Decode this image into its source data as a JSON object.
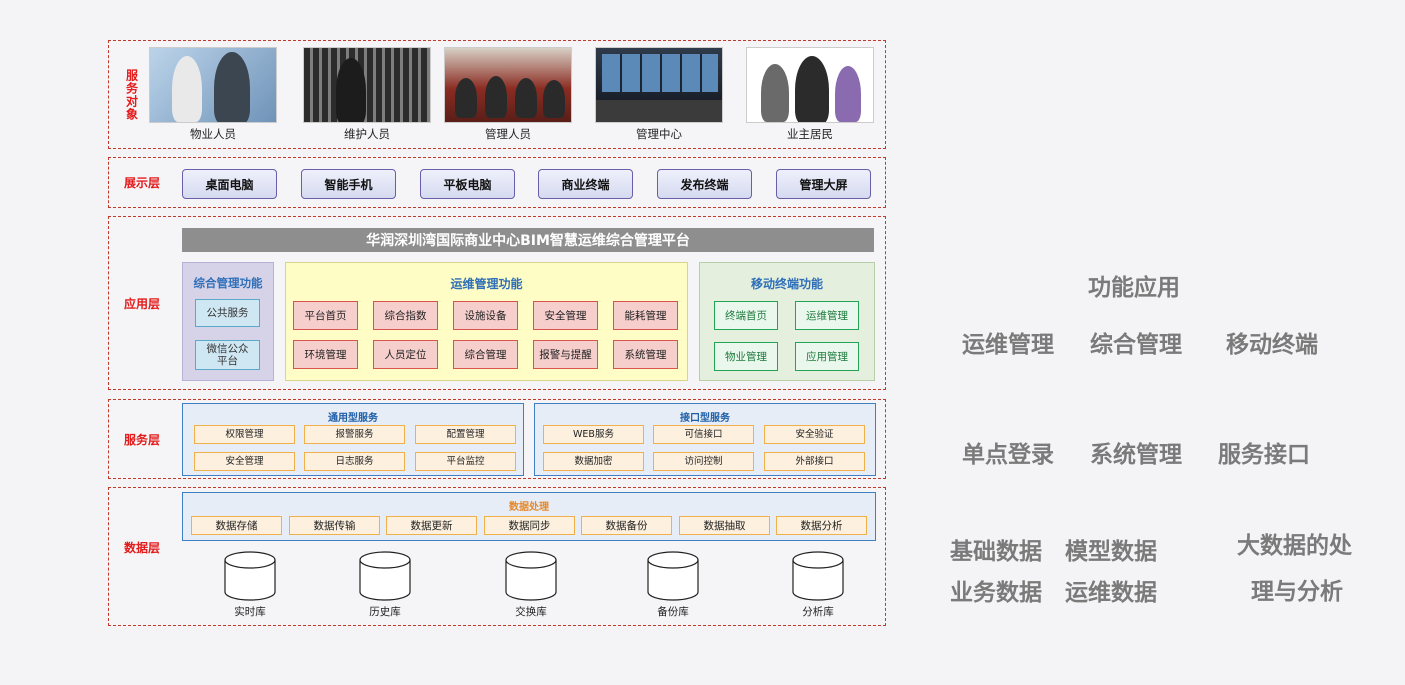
{
  "layers": {
    "service_objects": {
      "label": "服务对象"
    },
    "display": {
      "label": "展示层"
    },
    "application": {
      "label": "应用层"
    },
    "service": {
      "label": "服务层"
    },
    "data": {
      "label": "数据层"
    }
  },
  "persons": [
    "物业人员",
    "维护人员",
    "管理人员",
    "管理中心",
    "业主居民"
  ],
  "devices": [
    "桌面电脑",
    "智能手机",
    "平板电脑",
    "商业终端",
    "发布终端",
    "管理大屏"
  ],
  "platform_title": "华润深圳湾国际商业中心BIM智慧运维综合管理平台",
  "comprehensive": {
    "title": "综合管理功能",
    "items": [
      "公共服务",
      "微信公众平台"
    ]
  },
  "operation": {
    "title": "运维管理功能",
    "items": [
      "平台首页",
      "综合指数",
      "设施设备",
      "安全管理",
      "能耗管理",
      "环境管理",
      "人员定位",
      "综合管理",
      "报警与提醒",
      "系统管理"
    ]
  },
  "mobile": {
    "title": "移动终端功能",
    "items": [
      "终端首页",
      "运维管理",
      "物业管理",
      "应用管理"
    ]
  },
  "general_service": {
    "title": "通用型服务",
    "items": [
      "权限管理",
      "报警服务",
      "配置管理",
      "安全管理",
      "日志服务",
      "平台监控"
    ]
  },
  "interface_service": {
    "title": "接口型服务",
    "items": [
      "WEB服务",
      "可信接口",
      "安全验证",
      "数据加密",
      "访问控制",
      "外部接口"
    ]
  },
  "data_processing": {
    "title": "数据处理",
    "items": [
      "数据存储",
      "数据传输",
      "数据更新",
      "数据同步",
      "数据备份",
      "数据抽取",
      "数据分析"
    ]
  },
  "databases": [
    "实时库",
    "历史库",
    "交换库",
    "备份库",
    "分析库"
  ],
  "right_panel": {
    "func_app": "功能应用",
    "row1": [
      "运维管理",
      "综合管理",
      "移动终端"
    ],
    "row2": [
      "单点登录",
      "系统管理",
      "服务接口"
    ],
    "row3a": [
      "基础数据",
      "模型数据"
    ],
    "row3b": [
      "业务数据",
      "运维数据"
    ],
    "big_data_1": "大数据的处",
    "big_data_2": "理与分析"
  },
  "colors": {
    "layer_border": "#c0392b",
    "label_red": "#e31b1b",
    "title_bar": "#8e8e8e",
    "comprehensive_bg": "#d6d3e9",
    "operation_bg": "#fefdc5",
    "mobile_bg": "#e4efdd",
    "service_border": "#3f7fc4"
  }
}
